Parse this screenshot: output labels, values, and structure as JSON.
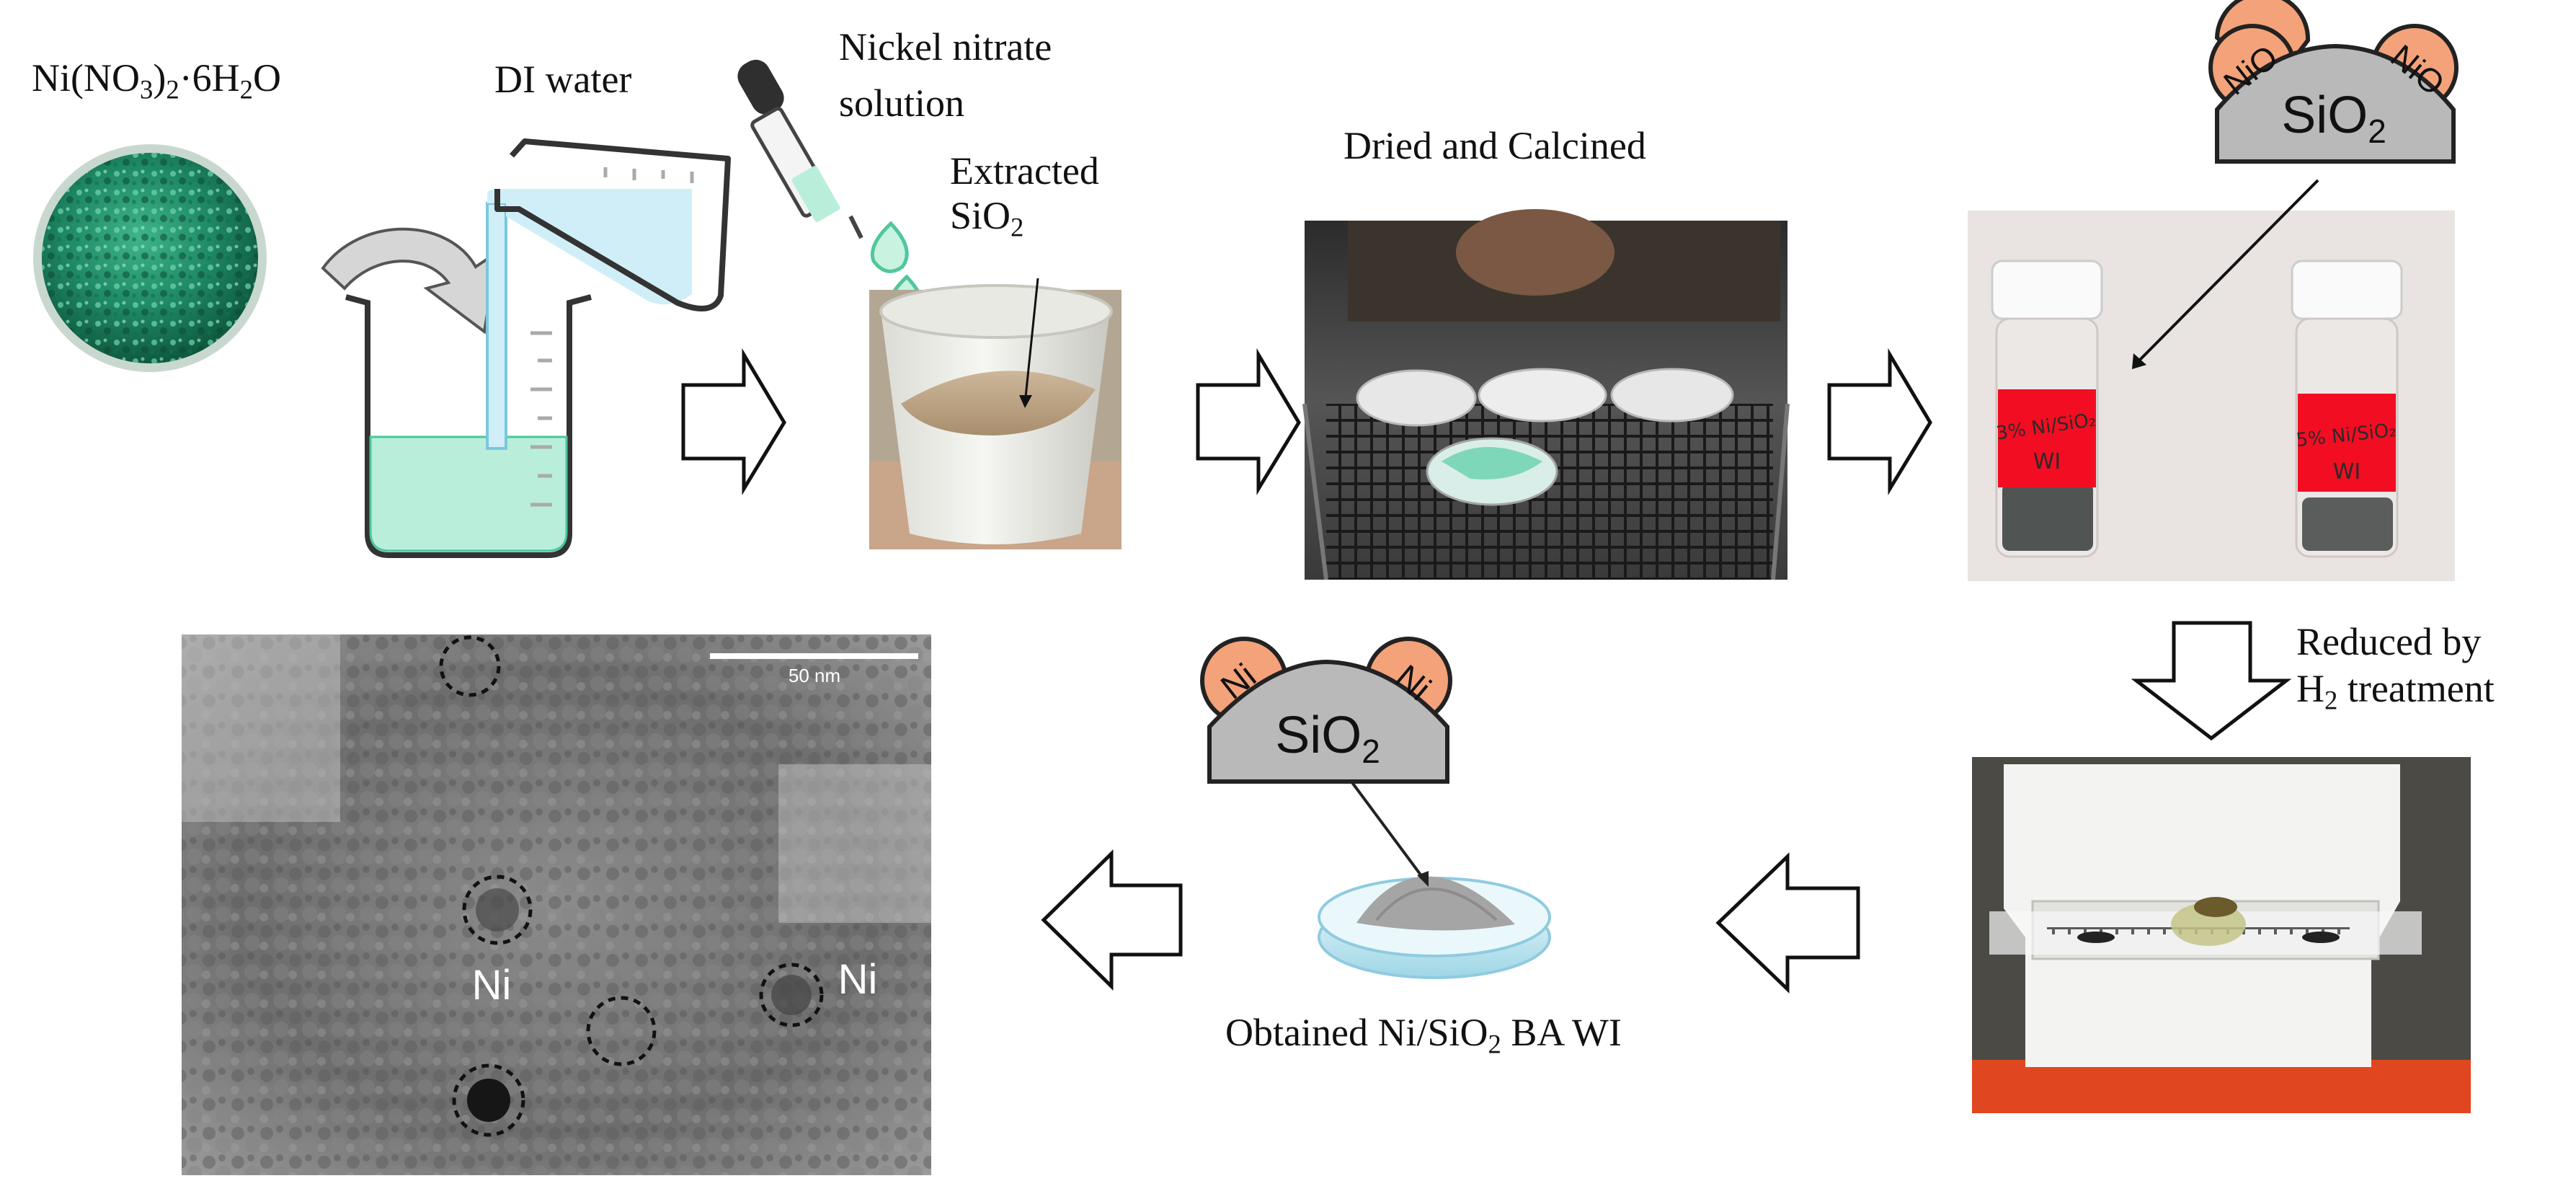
{
  "labels": {
    "reagent": {
      "main": "Ni(NO",
      "sub1": "3",
      "mid": ")",
      "sub2": "2",
      "mid2": "·6H",
      "sub3": "2",
      "end": "O"
    },
    "water": "DI water",
    "nickel_line1": "Nickel nitrate",
    "nickel_line2": "solution",
    "extracted_line1": "Extracted",
    "extracted_main": "SiO",
    "extracted_sub": "2",
    "dried": "Dried and Calcined",
    "reduced_line1": "Reduced by",
    "reduced_main": "H",
    "reduced_sub": "2",
    "reduced_end": " treatment",
    "obtained_main": "Obtained Ni/SiO",
    "obtained_sub": "2",
    "obtained_end": " BA WI"
  },
  "models": {
    "top": {
      "support": "SiO",
      "support_sub": "2",
      "particle_left": "NiO",
      "particle_right": "NiO"
    },
    "bottom": {
      "support": "SiO",
      "support_sub": "2",
      "particle_left": "Ni",
      "particle_right": "Ni"
    }
  },
  "vials": {
    "left": "3% Ni/SiO₂",
    "left_line2": "WI",
    "right": "5% Ni/SiO₂",
    "right_line2": "WI"
  },
  "tem": {
    "scale_text": "50 nm",
    "ni_label_1": "Ni",
    "ni_label_2": "Ni"
  },
  "colors": {
    "crystal_green": "#1f8a66",
    "solution_green": "#b9eedb",
    "water_blue": "#cfeef8",
    "particle_orange": "#f3a27a",
    "support_gray": "#b9b9b9",
    "label_red": "#f20d22"
  }
}
